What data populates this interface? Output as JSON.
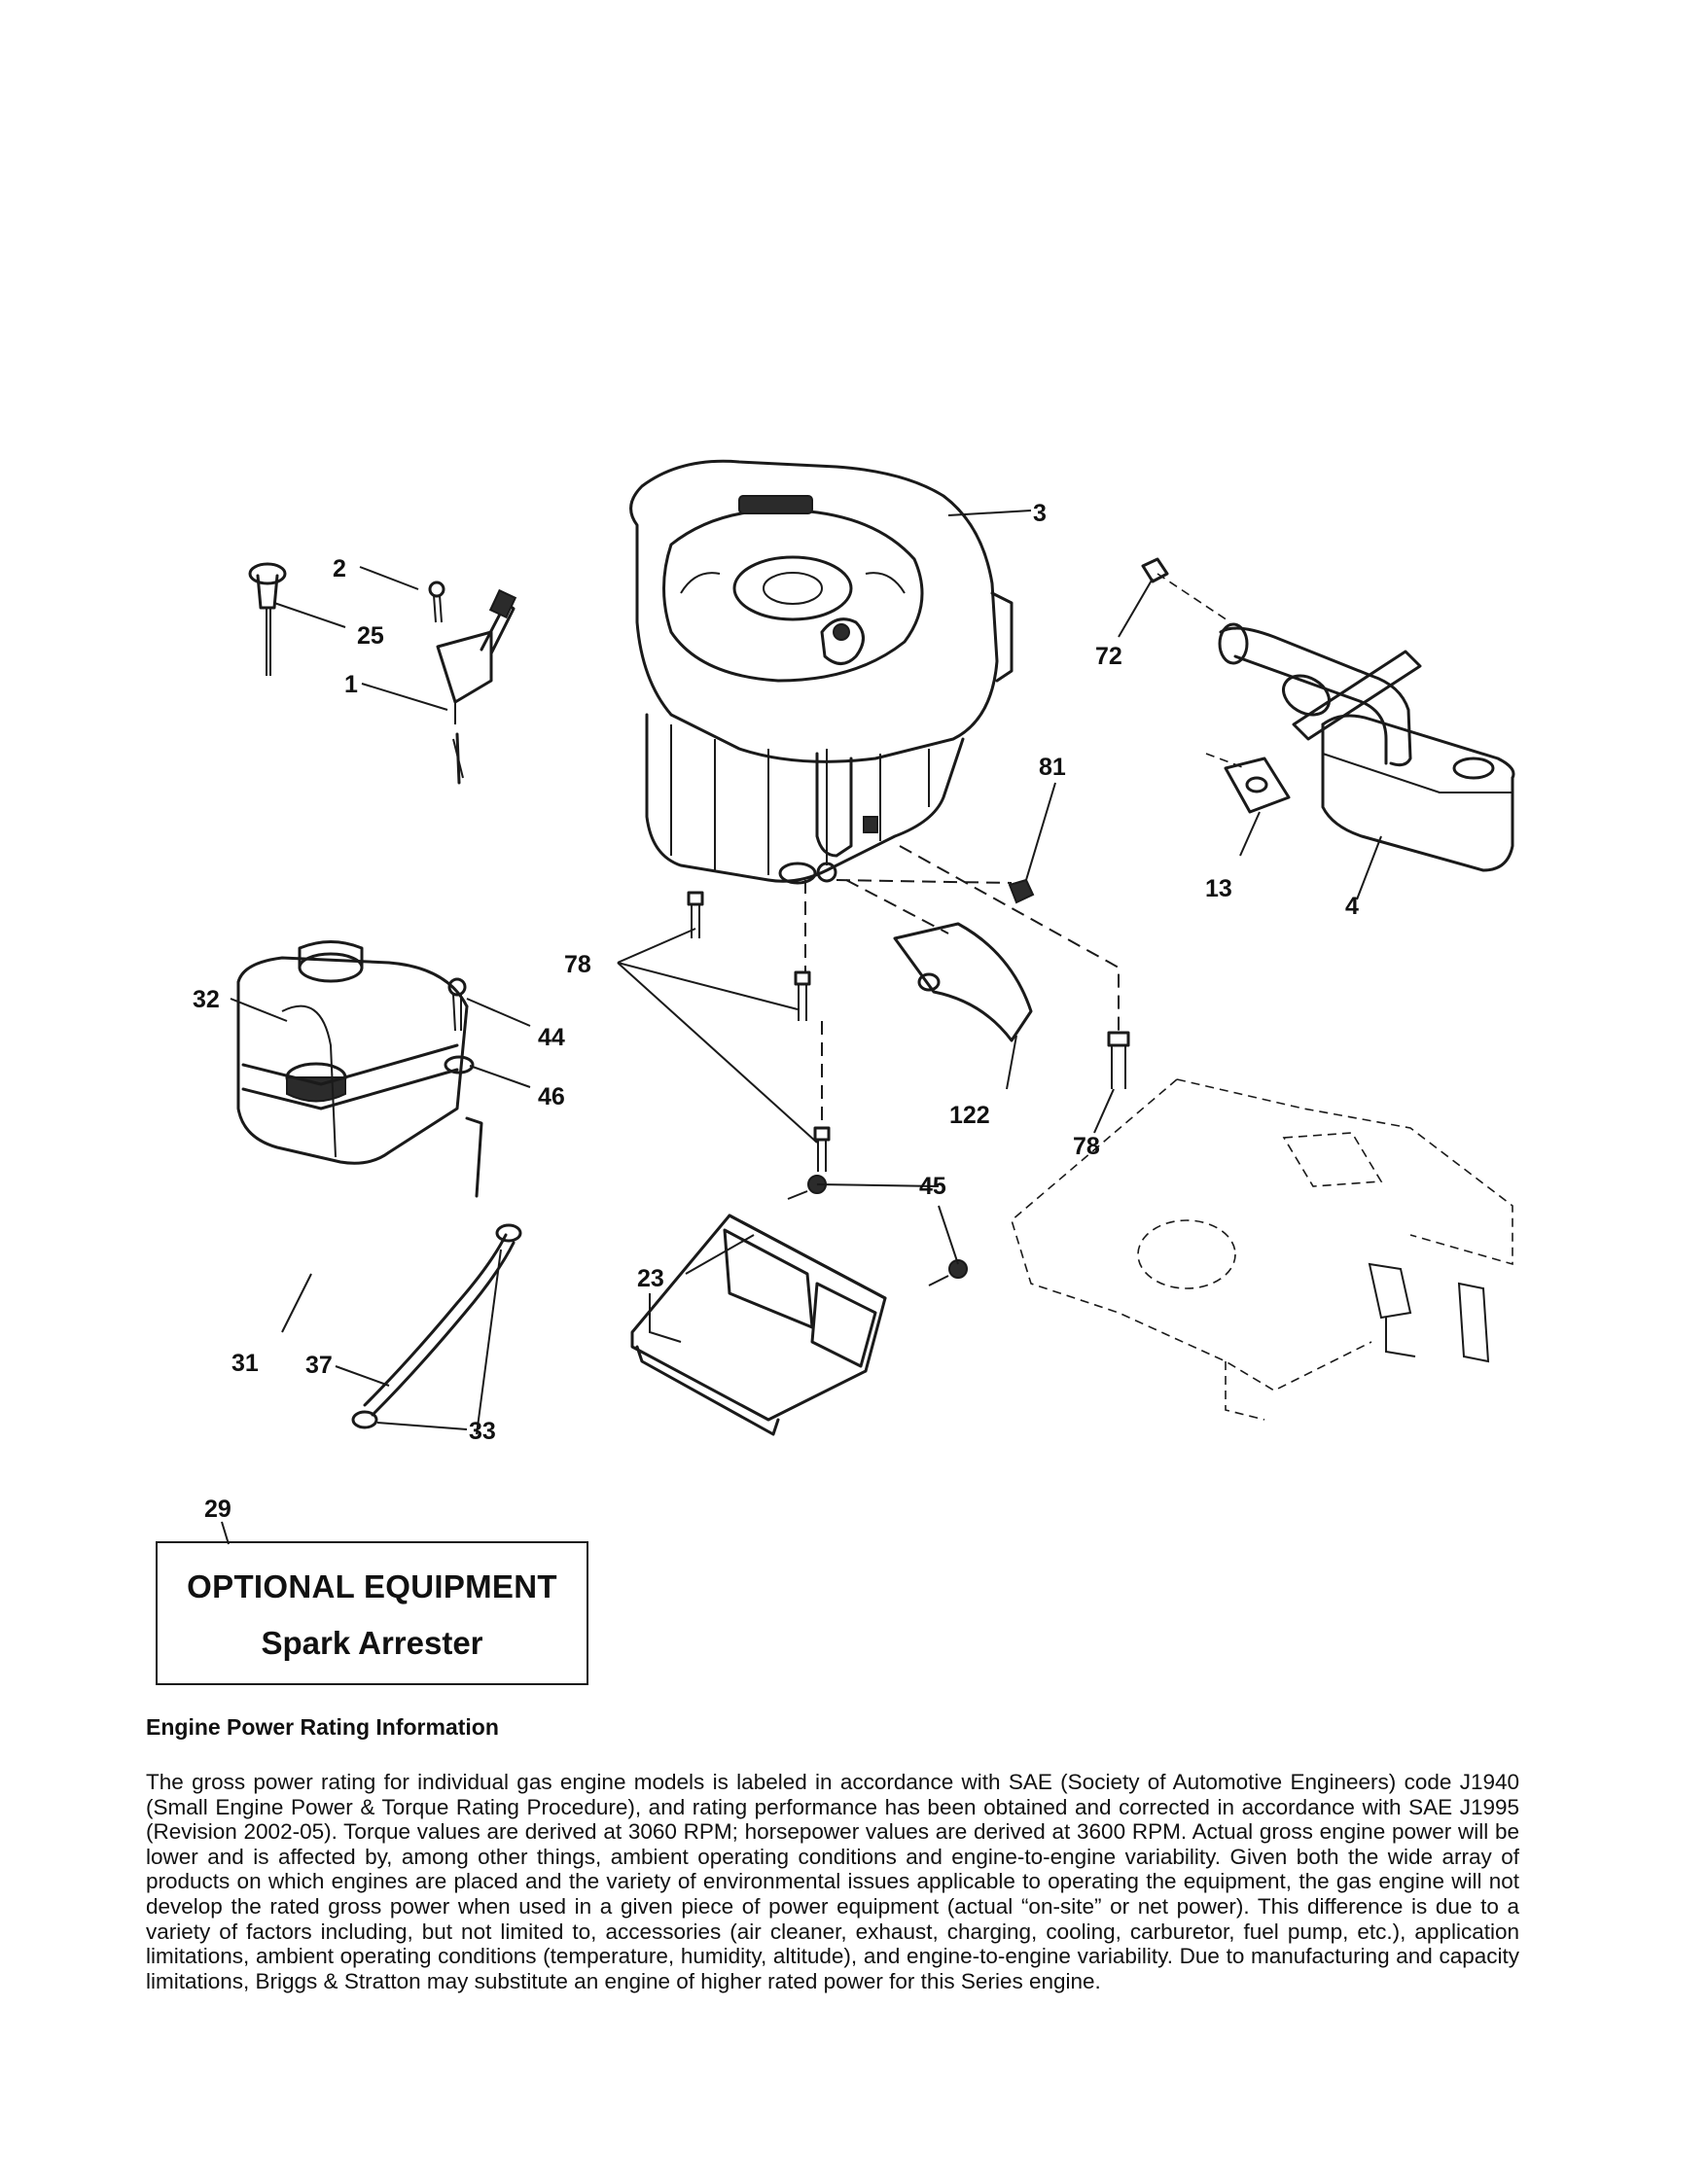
{
  "diagram": {
    "callouts": {
      "c1": "1",
      "c2": "2",
      "c3": "3",
      "c4": "4",
      "c13": "13",
      "c23": "23",
      "c25": "25",
      "c29": "29",
      "c31": "31",
      "c32": "32",
      "c33": "33",
      "c37": "37",
      "c44": "44",
      "c45": "45",
      "c46": "46",
      "c72": "72",
      "c78a": "78",
      "c78b": "78",
      "c81": "81",
      "c122": "122"
    }
  },
  "optional_equipment": {
    "title": "OPTIONAL EQUIPMENT",
    "item": "Spark Arrester"
  },
  "rating_info": {
    "heading": "Engine Power Rating Information",
    "body": "The gross power rating for individual gas engine models is labeled in accordance with SAE (Society of Automotive Engineers) code J1940 (Small Engine Power & Torque Rating Procedure), and rating performance has been obtained and corrected in accordance with SAE J1995 (Revision 2002-05). Torque values are derived at 3060 RPM; horsepower values are derived at 3600 RPM. Actual gross engine power will be lower and is affected by, among other things, ambient operating conditions and engine-to-engine variability. Given both the wide array of products on which engines are placed and the variety of environmental issues applicable to operating the equipment, the gas engine will not develop the rated gross power when used in a given piece of power equipment (actual “on-site” or net power). This difference is due to a variety of factors including, but not limited to, accessories (air cleaner, exhaust, charging, cooling, carburetor, fuel pump, etc.), application limitations, ambient operating conditions (temperature, humidity, altitude), and engine-to-engine variability. Due to manufacturing and capacity limitations, Briggs & Stratton may substitute an engine of higher rated power for this Series engine."
  }
}
